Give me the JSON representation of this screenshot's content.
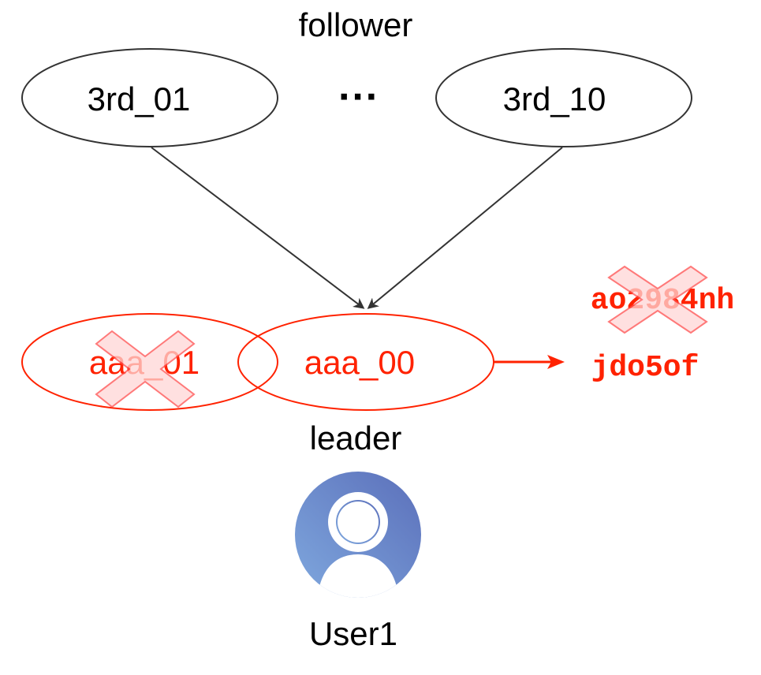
{
  "diagram": {
    "follower_label": "follower",
    "leader_label": "leader",
    "ellipsis": "···",
    "followers": [
      {
        "label": "3rd_01"
      },
      {
        "label": "3rd_10"
      }
    ],
    "leader_nodes": [
      {
        "label": "aaa_01",
        "crossed_out": true
      },
      {
        "label": "aaa_00",
        "crossed_out": false
      }
    ],
    "tokens": [
      {
        "label": "ao2984nh",
        "crossed_out": true
      },
      {
        "label": "jdo5of",
        "crossed_out": false
      }
    ],
    "user": {
      "label": "User1",
      "icon": "user-avatar-icon"
    },
    "colors": {
      "neutral": "#333333",
      "highlight": "#ff2200",
      "cross_fill": "#ffd6d6",
      "cross_stroke": "#ff4d4d",
      "avatar_from": "#7fa8de",
      "avatar_to": "#5b6fba"
    }
  }
}
